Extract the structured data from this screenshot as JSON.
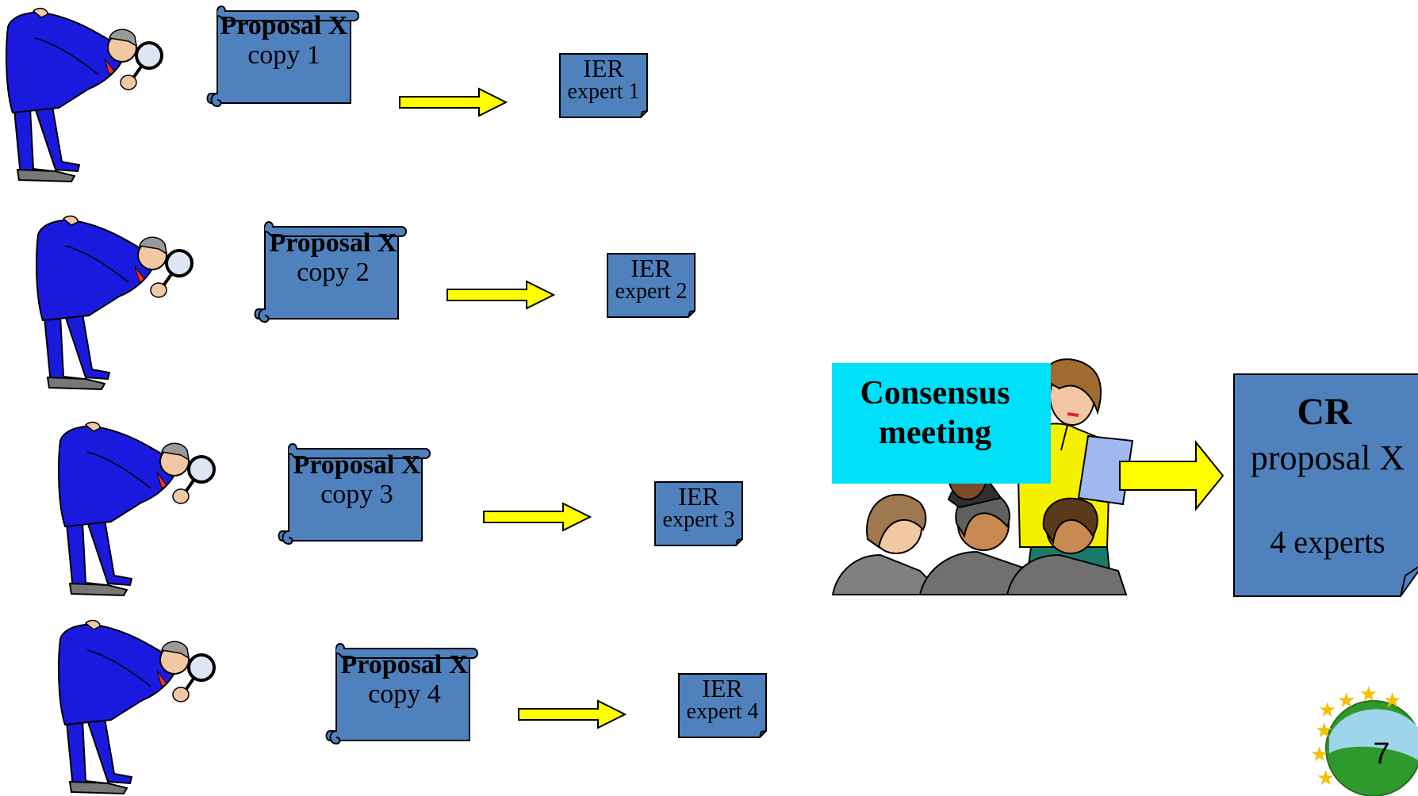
{
  "proposals": [
    {
      "title": "Proposal X",
      "copy": "copy 1"
    },
    {
      "title": "Proposal X",
      "copy": "copy 2"
    },
    {
      "title": "Proposal X",
      "copy": "copy 3"
    },
    {
      "title": "Proposal X",
      "copy": "copy 4"
    }
  ],
  "iers": [
    {
      "title": "IER",
      "expert": "expert 1"
    },
    {
      "title": "IER",
      "expert": "expert 2"
    },
    {
      "title": "IER",
      "expert": "expert 3"
    },
    {
      "title": "IER",
      "expert": "expert 4"
    }
  ],
  "consensus": {
    "line1": "Consensus",
    "line2": "meeting"
  },
  "cr": {
    "title": "CR",
    "line1": "proposal X",
    "line2": "4 experts"
  },
  "logo": {
    "number": "7"
  },
  "icons": {
    "expert": "expert-with-magnifying-glass-icon",
    "meeting": "consensus-meeting-people-icon",
    "arrow": "yellow-arrow-icon",
    "logo": "eu-stars-globe-logo-icon"
  },
  "colors": {
    "document_blue": "#4f81bd",
    "arrow_yellow": "#ffff00",
    "consensus_cyan": "#00e0f8",
    "suit_blue": "#1a1adf"
  }
}
